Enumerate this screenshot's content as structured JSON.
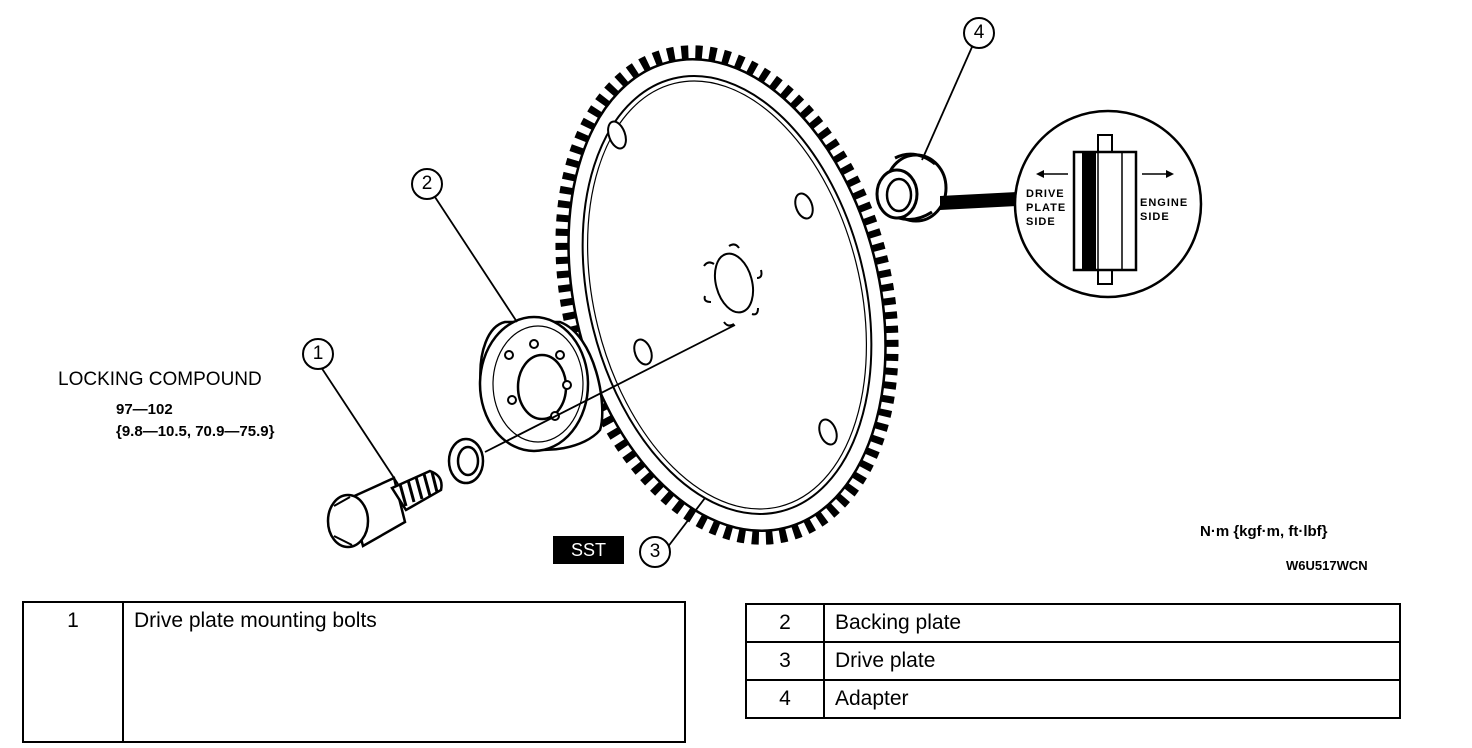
{
  "annotations": {
    "locking_compound": "LOCKING COMPOUND",
    "torque_line1": "97—102",
    "torque_line2": "{9.8—10.5, 70.9—75.9}",
    "units": "N·m {kgf·m, ft·lbf}",
    "figure_code": "W6U517WCN",
    "sst": "SST"
  },
  "callouts": [
    "1",
    "2",
    "3",
    "4"
  ],
  "inset": {
    "left_label": "DRIVE\nPLATE\nSIDE",
    "right_label": "ENGINE\nSIDE"
  },
  "parts_left": [
    {
      "num": "1",
      "name": "Drive plate mounting bolts"
    }
  ],
  "parts_right": [
    {
      "num": "2",
      "name": "Backing plate"
    },
    {
      "num": "3",
      "name": "Drive plate"
    },
    {
      "num": "4",
      "name": "Adapter"
    }
  ]
}
